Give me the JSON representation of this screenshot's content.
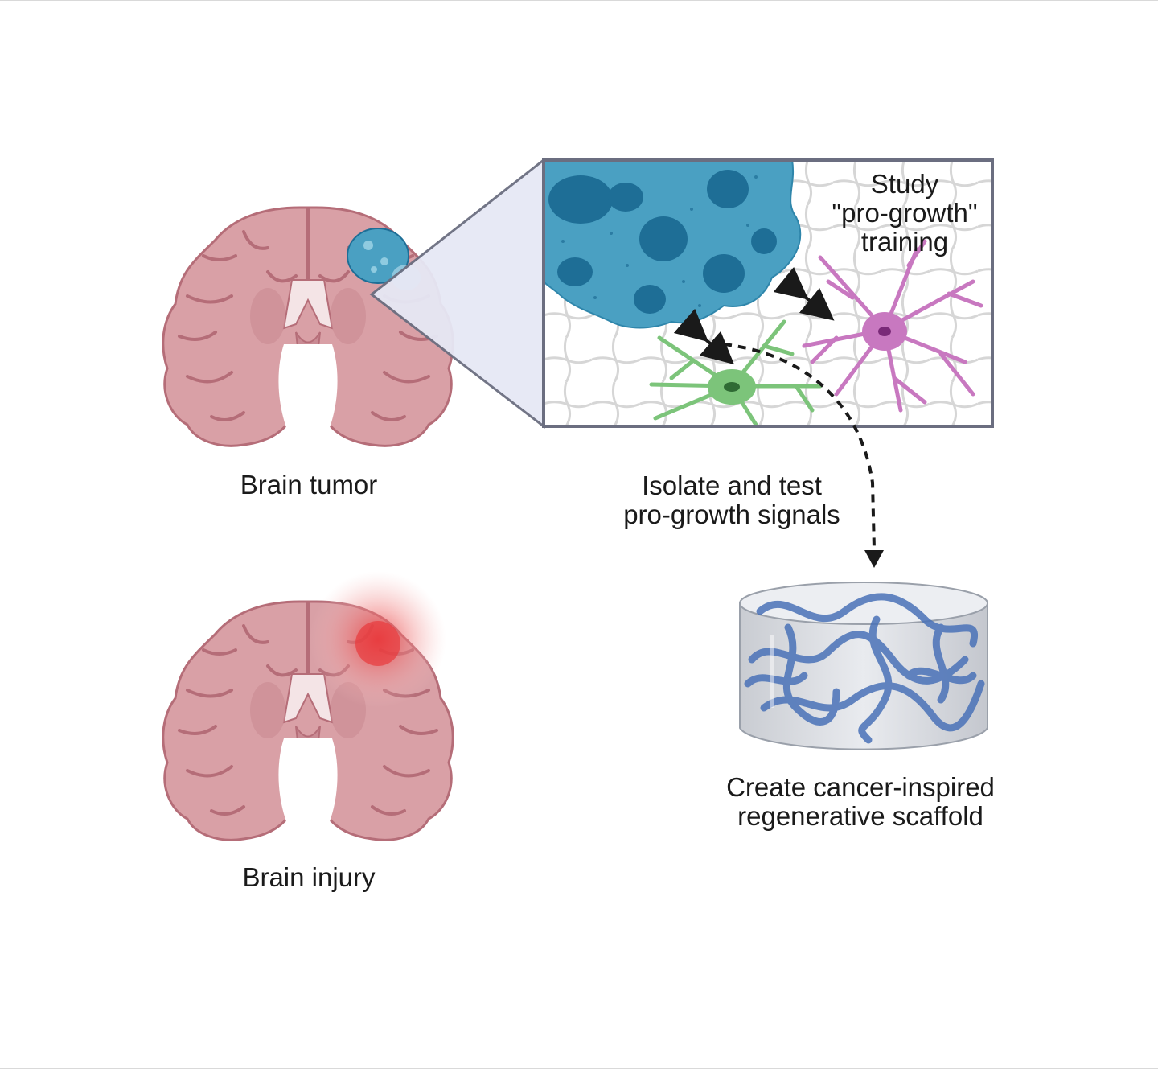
{
  "labels": {
    "brain_tumor": "Brain tumor",
    "brain_injury": "Brain injury",
    "isolate_line1": "Isolate and test",
    "isolate_line2": "pro-growth signals",
    "create_line1": "Create cancer-inspired",
    "create_line2": "regenerative scaffold",
    "study_line1": "Study",
    "study_line2": "\"pro-growth\"",
    "study_line3": "training"
  },
  "colors": {
    "brain_fill": "#d9a0a6",
    "brain_outline": "#b56d78",
    "tumor_blue": "#4aa0c2",
    "tumor_nucleus": "#1e6e96",
    "neuron_pink": "#c878c0",
    "neuron_green": "#7cc47a",
    "injury_red": "#e8393c",
    "scaffold_blue": "#4a72b8",
    "zoom_panel": "#e6e8f5",
    "frame": "#6b6e80"
  }
}
